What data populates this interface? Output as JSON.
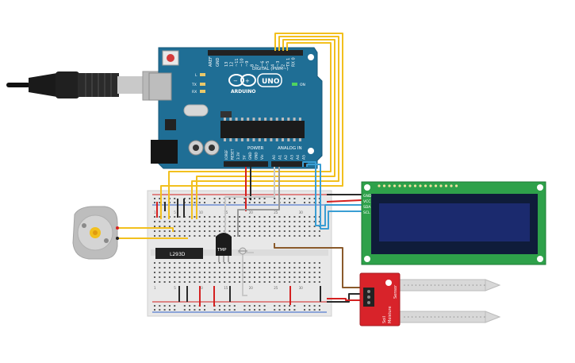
{
  "arduino": {
    "brand_uno": "UNO",
    "brand_arduino": "ARDUINO",
    "digital_header": "DIGITAL (PWM~)",
    "power_header": "POWER",
    "analog_header": "ANALOG IN",
    "on_label": "ON",
    "led_l": "L",
    "led_tx": "TX",
    "led_rx": "RX",
    "aref": "AREF",
    "gnd": "GND",
    "digital_pins": [
      "13",
      "12",
      "~11",
      "~10",
      "~9",
      "8",
      "7",
      "~6",
      "~5",
      "4",
      "~3",
      "2",
      "TX 1",
      "RX 0"
    ],
    "power_pins": [
      "IOREF",
      "RESET",
      "3.3V",
      "5V",
      "GND",
      "GND",
      "Vin"
    ],
    "analog_pins": [
      "A0",
      "A1",
      "A2",
      "A3",
      "A4",
      "A5"
    ]
  },
  "breadboard": {
    "chip_label": "L293D",
    "temp_sensor_label": "TMP",
    "column_numbers": [
      "1",
      "5",
      "10",
      "15",
      "20",
      "25",
      "30"
    ]
  },
  "lcd": {
    "pin_labels": [
      "GND",
      "VCC",
      "SDA",
      "SCL"
    ]
  },
  "soil_sensor": {
    "label_soil": "Soil",
    "label_moisture": "Moisture",
    "label_sensor": "Sensor"
  },
  "colors": {
    "board": "#1f6e95",
    "board_dark": "#195a7a",
    "breadboard": "#e8e8e8",
    "wire_yellow": "#f2c01e",
    "wire_red": "#d42020",
    "wire_black": "#2a2a2a",
    "wire_blue": "#3a9ed4",
    "wire_white": "#c8c8c8",
    "wire_brown": "#8a5a2b",
    "lcd_pcb": "#2ea14a",
    "lcd_screen": "#1b2a6e",
    "sensor_red": "#d8232a"
  }
}
